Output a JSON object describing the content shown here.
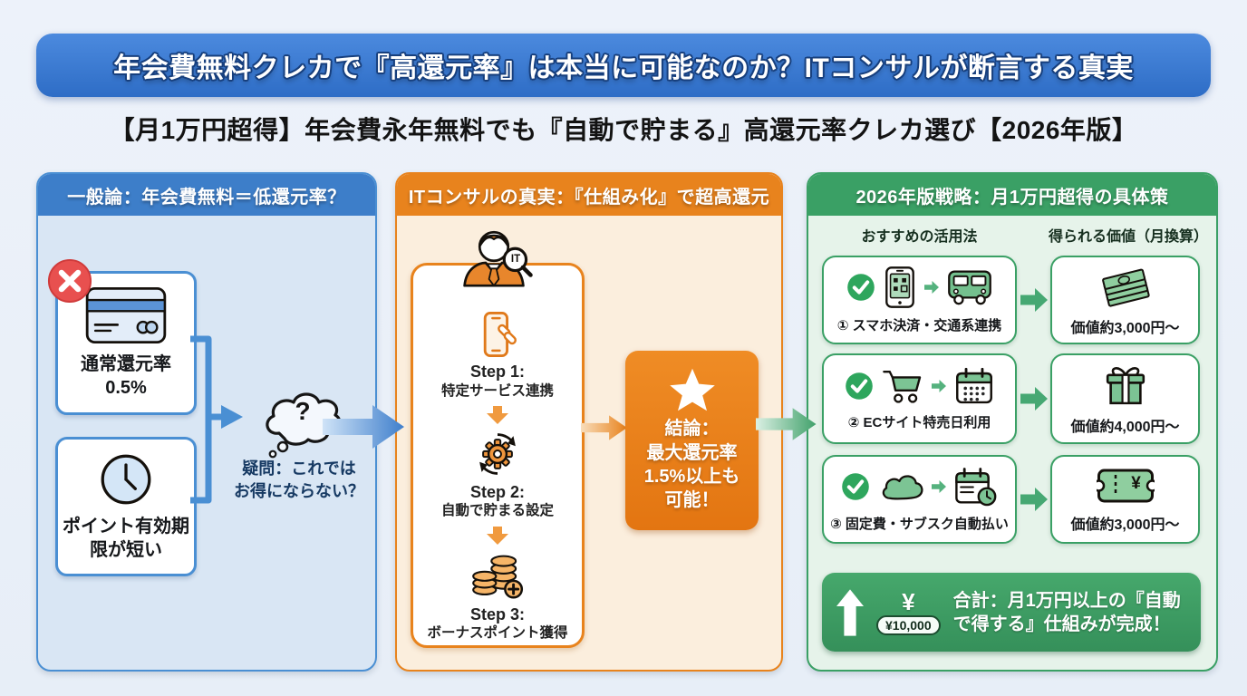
{
  "page": {
    "title": "年会費無料クレカで『高還元率』は本当に可能なのか？ITコンサルが断言する真実",
    "subtitle": "【月1万円超得】年会費永年無料でも『自動で貯まる』高還元率クレカ選び【2026年版】"
  },
  "colors": {
    "background": "#e9eff8",
    "title_blue": "#3679d2",
    "panel_blue": "#3d7ec9",
    "panel_blue_bg": "#d9e6f4",
    "panel_orange": "#e8831d",
    "panel_orange_bg": "#fbeedd",
    "panel_green": "#3aa065",
    "panel_green_bg": "#e6f3ea",
    "alert_red": "#e8504f",
    "conclusion_orange": "#e87d18",
    "summary_green": "#3f9e63"
  },
  "left_panel": {
    "header": "一般論：年会費無料＝低還元率？",
    "cards": [
      {
        "icon": "credit-card-icon",
        "badge_icon": "x-mark-icon",
        "label": "通常還元率\n0.5%"
      },
      {
        "icon": "clock-icon",
        "label": "ポイント有効期\n限が短い"
      }
    ],
    "thought": {
      "icon": "thought-bubble-icon",
      "mark": "?",
      "text": "疑問：これでは\nお得にならない？"
    }
  },
  "middle_panel": {
    "header": "ITコンサルの真実：『仕組み化』で超高還元",
    "consultant": {
      "icon": "it-consultant-icon",
      "badge": "IT"
    },
    "steps": [
      {
        "icon": "smartphone-link-icon",
        "title": "Step 1:",
        "label": "特定サービス連携"
      },
      {
        "icon": "gear-sync-icon",
        "title": "Step 2:",
        "label": "自動で貯まる設定"
      },
      {
        "icon": "coins-plus-icon",
        "title": "Step 3:",
        "label": "ボーナスポイント獲得"
      }
    ],
    "conclusion": {
      "icon": "star-icon",
      "text": "結論：\n最大還元率\n1.5%以上も\n可能！"
    }
  },
  "right_panel": {
    "header": "2026年版戦略：月1万円超得の具体策",
    "columns": {
      "usage": "おすすめの活用法",
      "value": "得られる価値（月換算）"
    },
    "rows": [
      {
        "check_icon": "check-icon",
        "icons": [
          "smartphone-qr-icon",
          "bus-icon"
        ],
        "label": "① スマホ決済・交通系連携",
        "value_icon": "cash-stack-icon",
        "value": "価値約3,000円～"
      },
      {
        "check_icon": "check-icon",
        "icons": [
          "cart-icon",
          "calendar-icon"
        ],
        "label": "② ECサイト特売日利用",
        "value_icon": "gift-icon",
        "value": "価値約4,000円～"
      },
      {
        "check_icon": "check-icon",
        "icons": [
          "cloud-icon",
          "calendar-clock-icon"
        ],
        "label": "③ 固定費・サブスク自動払い",
        "value_icon": "ticket-yen-icon",
        "value": "価値約3,000円～",
        "ticket_glyph": "¥"
      }
    ],
    "summary": {
      "arrow_icon": "up-arrow-icon",
      "yen_mark": "¥",
      "badge": "¥10,000",
      "text": "合計：月1万円以上の『自動\nで得する』仕組みが完成！"
    }
  }
}
